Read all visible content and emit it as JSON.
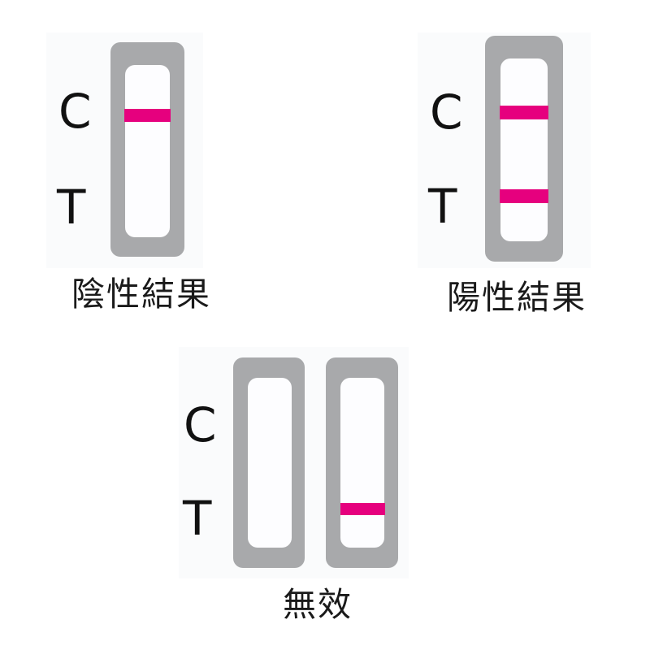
{
  "colors": {
    "strip": "#a8a9ab",
    "window": "#fdfdff",
    "line": "#e6007e",
    "text": "#111111"
  },
  "panels": [
    {
      "id": "negative",
      "caption": "陰性結果",
      "zone_labels": {
        "control": "C",
        "test": "T"
      },
      "strips": [
        {
          "control_line": true,
          "test_line": false
        }
      ]
    },
    {
      "id": "positive",
      "caption": "陽性結果",
      "zone_labels": {
        "control": "C",
        "test": "T"
      },
      "strips": [
        {
          "control_line": true,
          "test_line": true
        }
      ]
    },
    {
      "id": "invalid",
      "caption": "無效",
      "zone_labels": {
        "control": "C",
        "test": "T"
      },
      "strips": [
        {
          "control_line": false,
          "test_line": false
        },
        {
          "control_line": false,
          "test_line": true
        }
      ]
    }
  ]
}
